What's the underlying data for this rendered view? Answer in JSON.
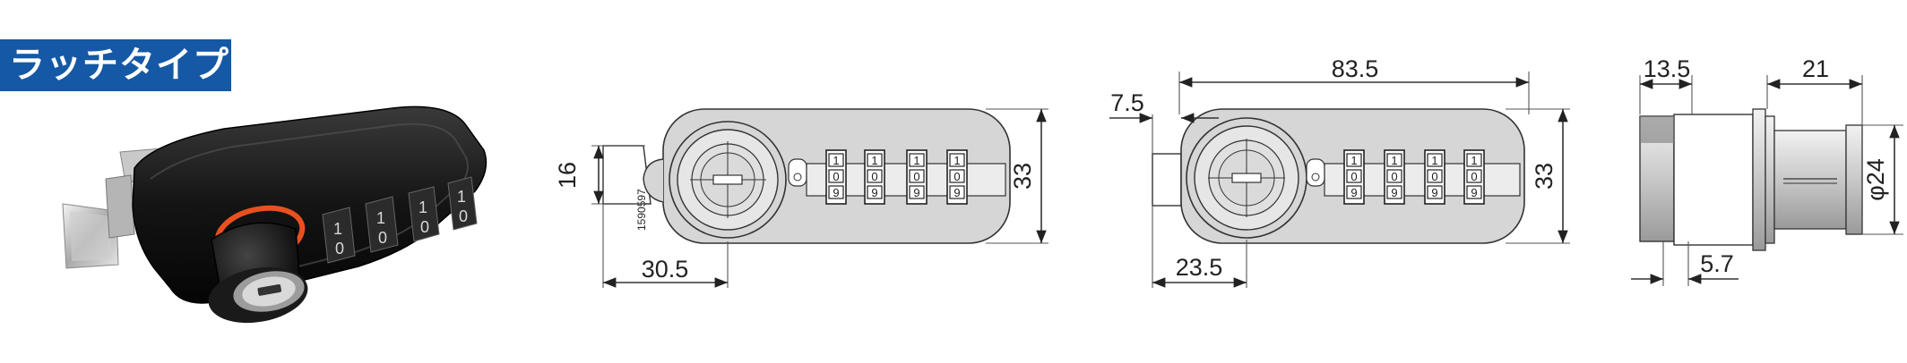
{
  "badge": {
    "label": "ラッチタイプ",
    "color": "#1558a5"
  },
  "front_view": {
    "dims": {
      "left_height": "16",
      "body_height": "33",
      "offset": "30.5"
    },
    "stamp": "1590597",
    "dial_digits": [
      "1",
      "0",
      "9"
    ]
  },
  "back_view": {
    "dims": {
      "length": "83.5",
      "latch": "7.5",
      "body_height": "33",
      "offset": "23.5"
    },
    "dial_digits": [
      "1",
      "0",
      "9"
    ]
  },
  "side_view": {
    "dims": {
      "front": "13.5",
      "body": "21",
      "diameter": "φ24",
      "flange": "5.7"
    }
  }
}
